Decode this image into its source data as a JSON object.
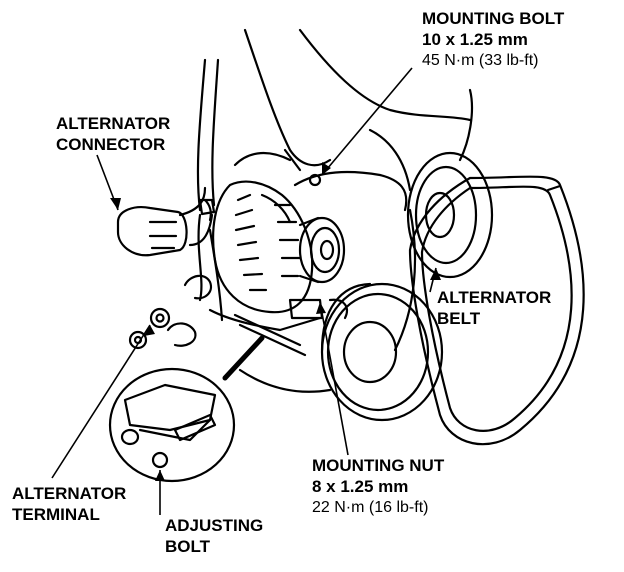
{
  "labels": {
    "mounting_bolt": {
      "title": "MOUNTING BOLT",
      "size": "10 x 1.25 mm",
      "torque": "45 N·m (33 lb-ft)"
    },
    "alternator_connector": {
      "line1": "ALTERNATOR",
      "line2": "CONNECTOR"
    },
    "alternator_belt": {
      "line1": "ALTERNATOR",
      "line2": "BELT"
    },
    "mounting_nut": {
      "title": "MOUNTING NUT",
      "size": "8 x 1.25 mm",
      "torque": "22 N·m (16 lb-ft)"
    },
    "alternator_terminal": {
      "line1": "ALTERNATOR",
      "line2": "TERMINAL"
    },
    "adjusting_bolt": {
      "line1": "ADJUSTING",
      "line2": "BOLT"
    }
  }
}
